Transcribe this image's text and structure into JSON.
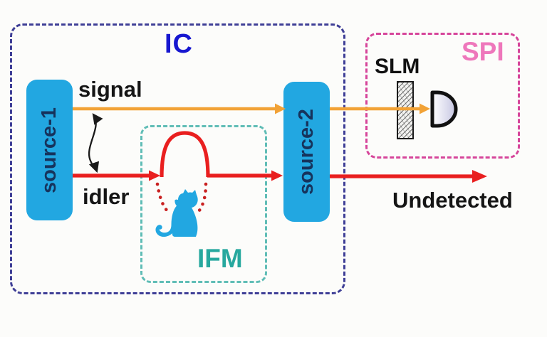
{
  "colors": {
    "bg": "#fcfcfa",
    "box-blue": "#22a7e1",
    "box-text": "#16335c",
    "ic-border": "#3e3e96",
    "ic-label": "#1717d0",
    "ifm-border": "#60bdb6",
    "ifm-label": "#27a89e",
    "spi-border": "#d6459a",
    "spi-label": "#ee77bb",
    "signal": "#f2a236",
    "idler": "#e91f1f",
    "dots": "#c92020",
    "text-dark": "#151515"
  },
  "regions": {
    "ic": {
      "label": "IC"
    },
    "ifm": {
      "label": "IFM"
    },
    "spi": {
      "label": "SPI"
    }
  },
  "components": {
    "source1": {
      "label": "source-1"
    },
    "source2": {
      "label": "source-2"
    },
    "slm": {
      "label": "SLM"
    },
    "detector": {
      "icon": "photodetector-icon"
    },
    "cat": {
      "icon": "cat-silhouette-icon"
    },
    "entanglement": {
      "icon": "wavy-double-arrow-icon"
    }
  },
  "beams": {
    "signal": {
      "label": "signal"
    },
    "idler": {
      "label": "idler"
    },
    "undetected_label": "Undetected"
  }
}
